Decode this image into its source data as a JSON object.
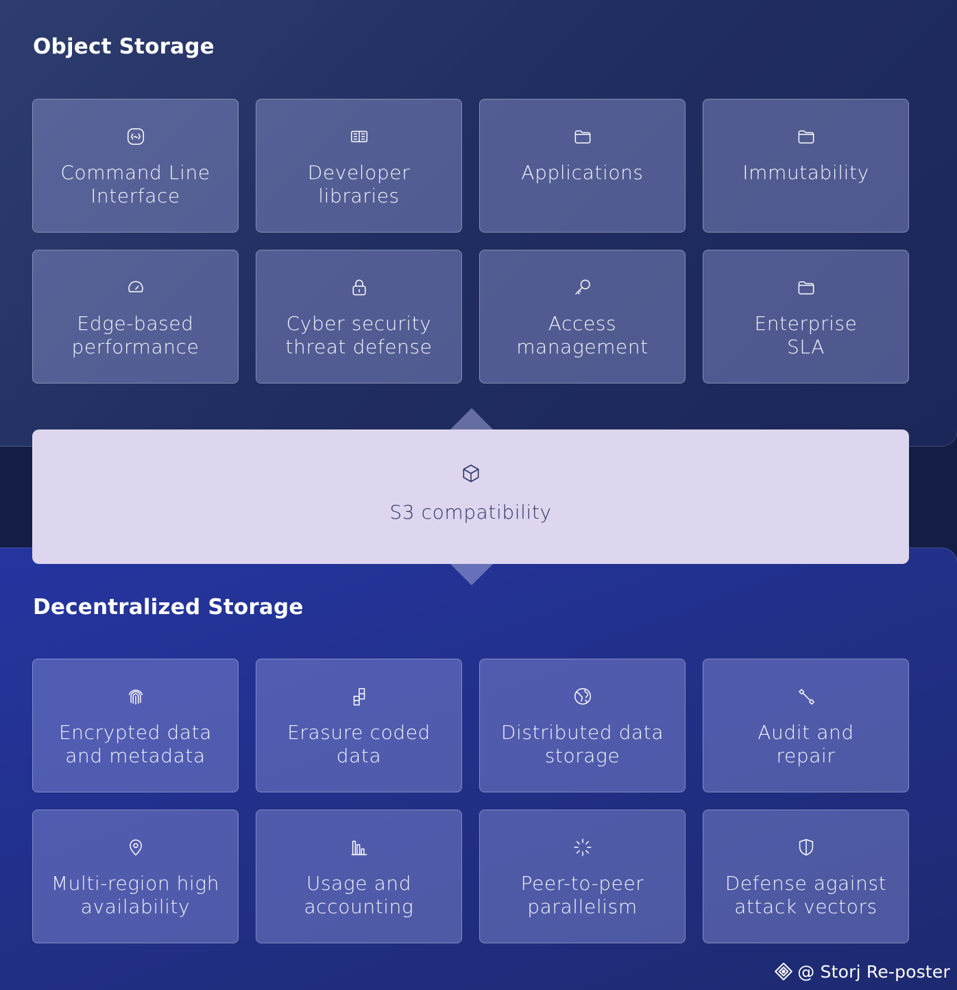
{
  "object_storage": {
    "title": "Object Storage",
    "cards": [
      {
        "label": "Command Line\nInterface",
        "icon": "terminal-icon"
      },
      {
        "label": "Developer\nlibraries",
        "icon": "book-icon"
      },
      {
        "label": "Applications",
        "icon": "folder-icon"
      },
      {
        "label": "Immutability",
        "icon": "folder-icon"
      },
      {
        "label": "Edge-based\nperformance",
        "icon": "gauge-icon"
      },
      {
        "label": "Cyber security\nthreat defense",
        "icon": "lock-icon"
      },
      {
        "label": "Access\nmanagement",
        "icon": "key-icon"
      },
      {
        "label": "Enterprise\nSLA",
        "icon": "folder-icon"
      }
    ]
  },
  "bridge": {
    "label": "S3 compatibility",
    "icon": "cube-icon"
  },
  "decentralized_storage": {
    "title": "Decentralized Storage",
    "cards": [
      {
        "label": "Encrypted data\nand metadata",
        "icon": "fingerprint-icon"
      },
      {
        "label": "Erasure coded\ndata",
        "icon": "blocks-icon"
      },
      {
        "label": "Distributed data\nstorage",
        "icon": "globe-icon"
      },
      {
        "label": "Audit and\nrepair",
        "icon": "wrench-icon"
      },
      {
        "label": "Multi-region high\navailability",
        "icon": "map-pin-icon"
      },
      {
        "label": "Usage and\naccounting",
        "icon": "bar-chart-icon"
      },
      {
        "label": "Peer-to-peer\nparallelism",
        "icon": "loader-icon"
      },
      {
        "label": "Defense against\nattack vectors",
        "icon": "shield-icon"
      }
    ]
  },
  "watermark": {
    "text": "@ Storj Re-poster",
    "icon": "logo-icon"
  }
}
